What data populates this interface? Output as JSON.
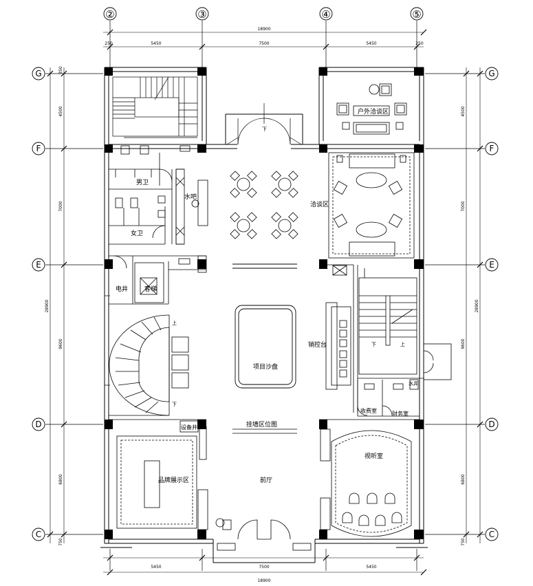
{
  "grid_labels": {
    "col_2": "②",
    "col_3": "③",
    "col_4": "④",
    "col_5": "⑤",
    "row_g": "G",
    "row_f": "F",
    "row_e": "E",
    "row_d": "D",
    "row_c": "C"
  },
  "dimensions": {
    "top_total": "18900",
    "top_left": "5450",
    "top_mid": "7500",
    "top_right": "5450",
    "top_edge_l": "250",
    "top_edge_r": "250",
    "bottom_total": "18900",
    "bottom_left": "5450",
    "bottom_mid": "7500",
    "bottom_right": "5450",
    "side_total": "28900",
    "side_gf": "4500",
    "side_fe": "7000",
    "side_ed": "9600",
    "side_dc": "6800",
    "side_edge_top": "350",
    "side_edge_bottom": "750"
  },
  "rooms": {
    "outdoor_talk": "户外洽谈区",
    "mens_wc": "男卫",
    "womens_wc": "女卫",
    "water_bar": "水吧",
    "talk_area": "洽谈区",
    "electric_shaft": "电井",
    "elevator": "客梯",
    "sand_table": "项目沙盘",
    "sales_desk": "销控台",
    "cashier": "收费室",
    "finance": "财务室",
    "equipment_shaft": "设备井",
    "wall_panel": "挂墙区位图",
    "brand_display": "品牌展示区",
    "lobby": "前厅",
    "av_room": "视听室",
    "fire_shaft": "水井",
    "stair_up_1": "上",
    "stair_down_1": "下",
    "stair_up_2": "上",
    "stair_down_2": "下",
    "entry_down": "下"
  }
}
